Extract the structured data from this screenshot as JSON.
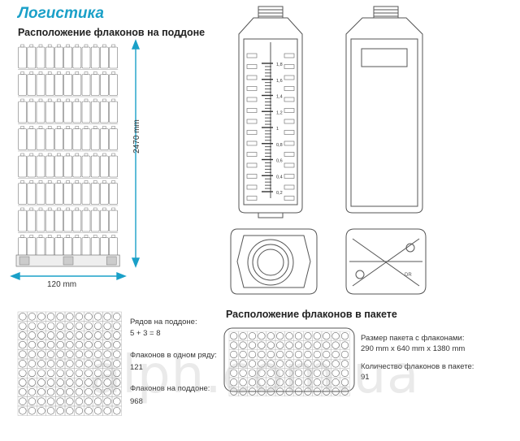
{
  "header": {
    "title": "Логистика",
    "pallet_heading": "Расположение флаконов на поддоне",
    "package_heading": "Расположение флаконов в пакете"
  },
  "pallet": {
    "height_label": "2470 mm",
    "width_label": "120 mm",
    "rows_label": "Рядов на поддоне:",
    "rows_value": "5 + 3 = 8",
    "per_row_label": "Флаконов в одном ряду:",
    "per_row_value": "121",
    "total_label": "Флаконов на поддоне:",
    "total_value": "968"
  },
  "package": {
    "size_label": "Размер пакета с флаконами:",
    "size_value": "290 mm x 640 mm x 1380 mm",
    "count_label": "Количество флаконов в пакете:",
    "count_value": "91"
  },
  "bottle": {
    "scale_marks": [
      "1,8",
      "1,6",
      "1,4",
      "1,2",
      "1",
      "0,8",
      "0,6",
      "0,4",
      "0,2"
    ],
    "bottom_mark": "DR"
  },
  "watermark": "alph.com.ua",
  "colors": {
    "accent": "#1aa0c8",
    "line": "#555555"
  }
}
